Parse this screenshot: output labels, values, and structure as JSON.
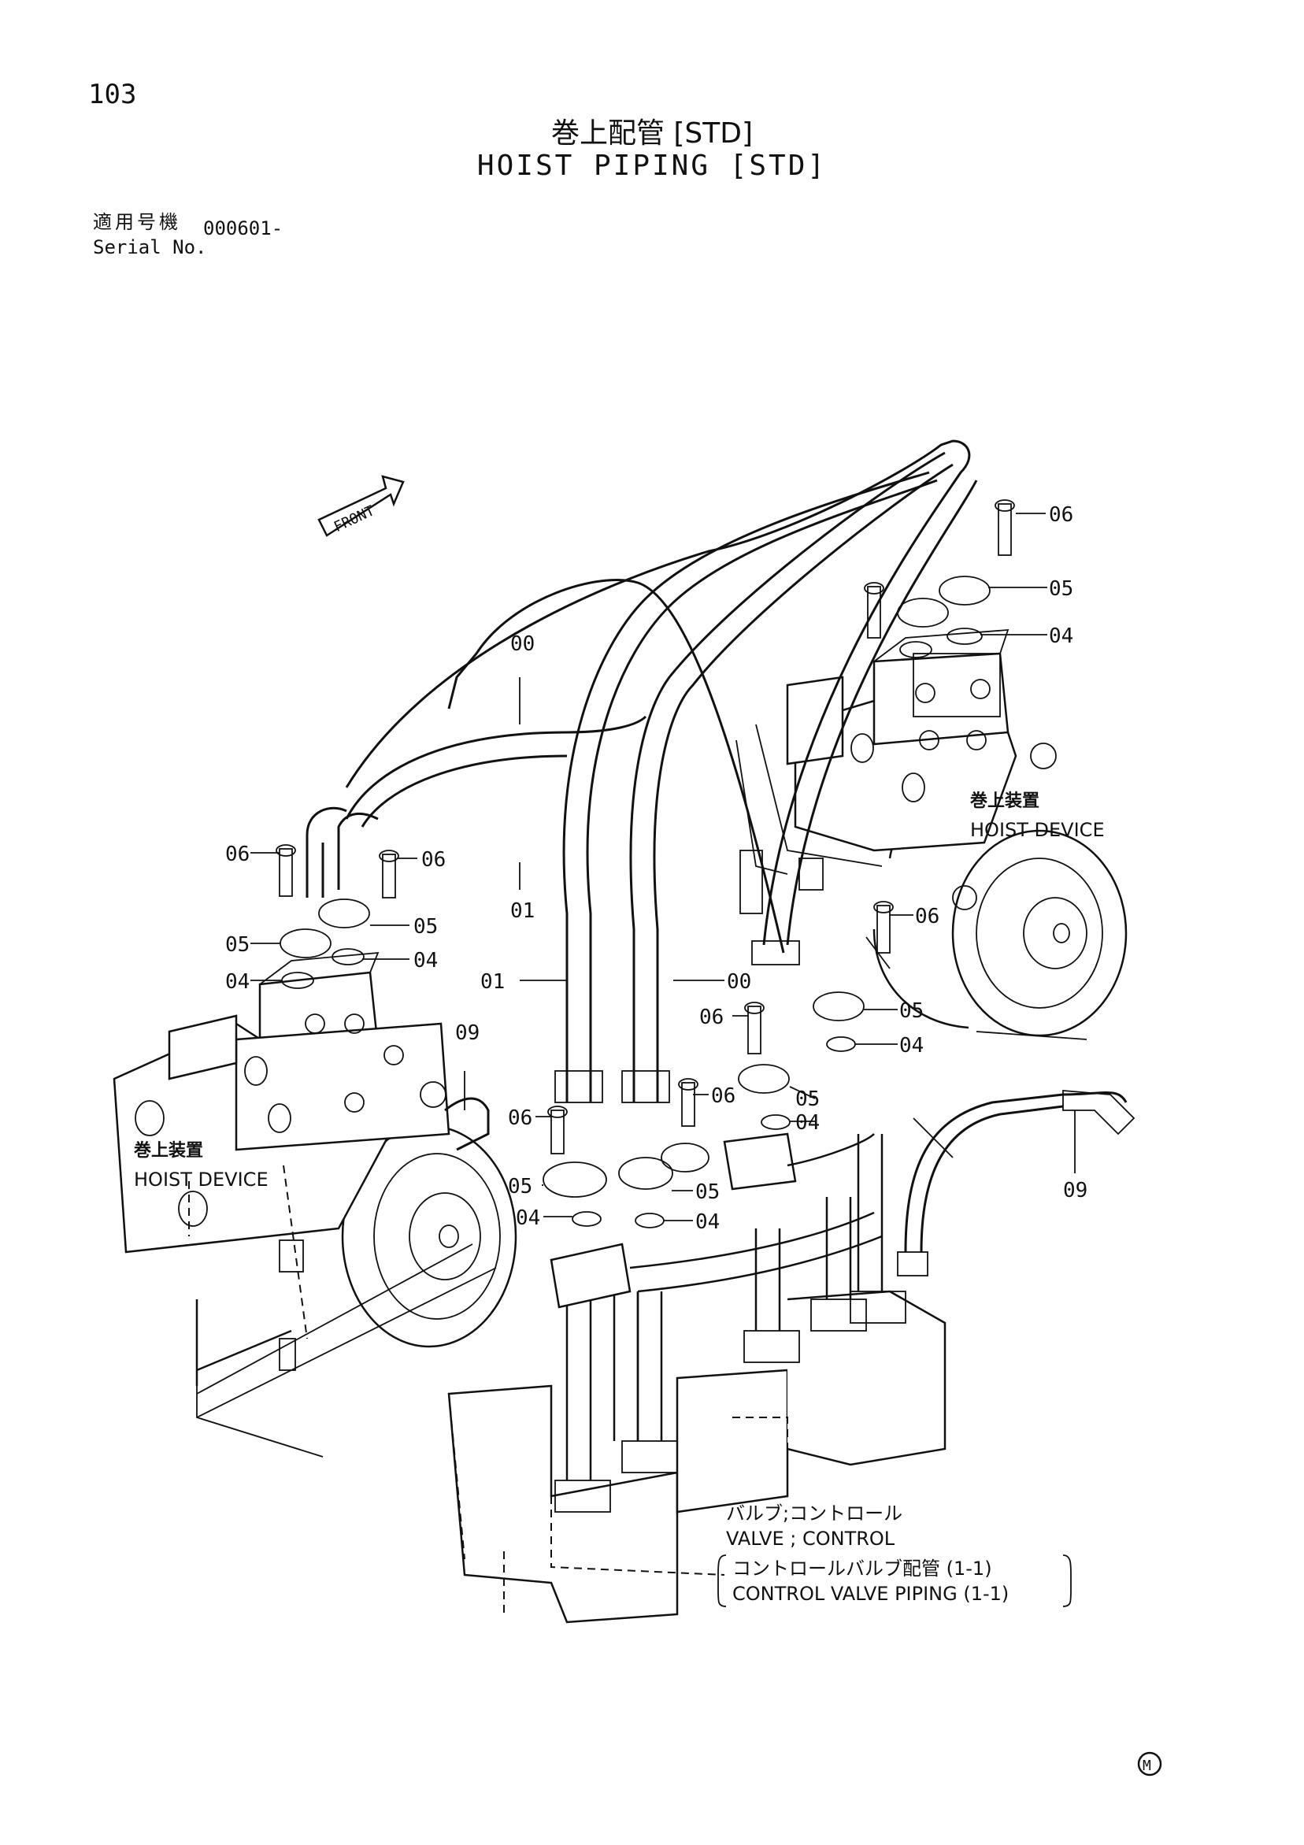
{
  "page_number": "103",
  "title_jp": "巻上配管 [STD]",
  "title_en": "HOIST PIPING [STD]",
  "serial": {
    "label_jp": "適用号機",
    "label_en": "Serial No.",
    "value": "000601-"
  },
  "front_label": "FRONT",
  "part_labels": {
    "p00": "00",
    "p01": "01",
    "p04": "04",
    "p05": "05",
    "p06": "06",
    "p09": "09"
  },
  "hoist_device": {
    "jp": "巻上装置",
    "en": "HOIST DEVICE"
  },
  "control_valve": {
    "jp": "バルブ;コントロール",
    "en": "VALVE ; CONTROL",
    "piping_jp": "コントロールバルブ配管 (1-1)",
    "piping_en": "CONTROL VALVE PIPING (1-1)"
  },
  "mark": "M"
}
